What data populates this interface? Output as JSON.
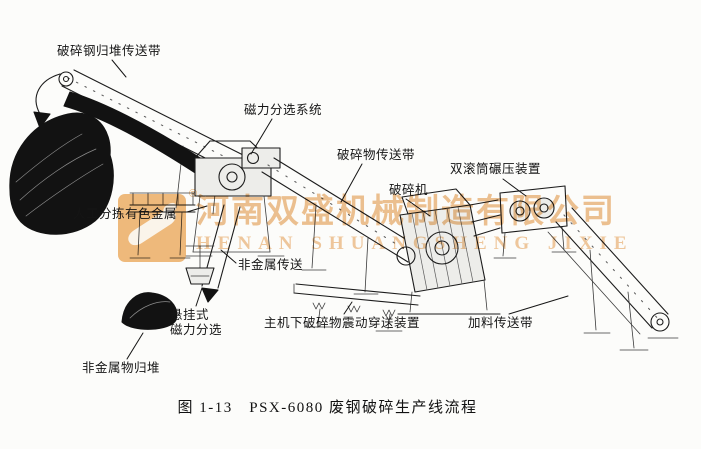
{
  "figure": {
    "caption": "图 1-13　PSX-6080 废钢破碎生产线流程"
  },
  "labels": [
    {
      "id": "crushed-steel-pile-conveyor",
      "text": "破碎钢归堆传送带"
    },
    {
      "id": "magnetic-separation-system",
      "text": "磁力分选系统"
    },
    {
      "id": "crushed-material-conveyor",
      "text": "破碎物传送带"
    },
    {
      "id": "double-roller-press-device",
      "text": "双滚筒碾压装置"
    },
    {
      "id": "crusher",
      "text": "破碎机"
    },
    {
      "id": "manual-sorting-nonferrous",
      "text": "人工分拣有色金属"
    },
    {
      "id": "nonmetal-conveying",
      "text": "非金属传送"
    },
    {
      "id": "suspended-magnetic-separation",
      "text": "悬挂式\n磁力分选"
    },
    {
      "id": "under-main-vibrating-conveyor",
      "text": "主机下破碎物震动穿送装置"
    },
    {
      "id": "feeding-conveyor",
      "text": "加料传送带"
    },
    {
      "id": "nonmetal-pile",
      "text": "非金属物归堆"
    }
  ],
  "watermark": {
    "cn": "河南双盛机械制造有限公司",
    "en": "HENAN SHUANGSHENG JIXIE",
    "reg": "®",
    "color": "#e1923a"
  }
}
